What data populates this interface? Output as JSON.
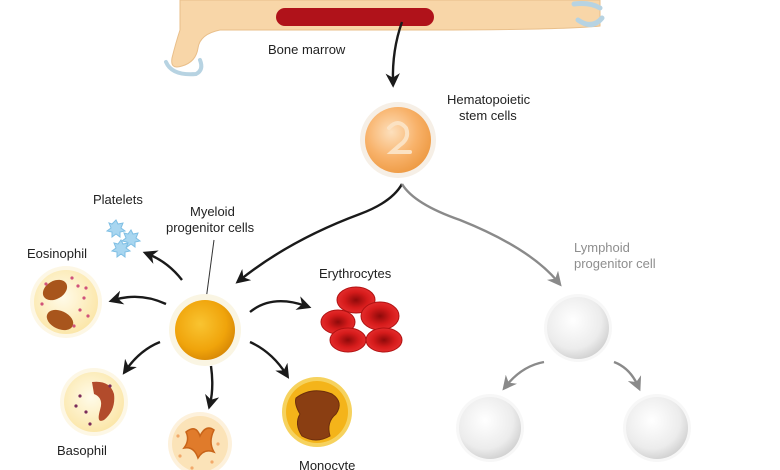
{
  "labels": {
    "bone_marrow": "Bone marrow",
    "hsc_line1": "Hematopoietic",
    "hsc_line2": "stem cells",
    "myeloid_line1": "Myeloid",
    "myeloid_line2": "progenitor cells",
    "lymphoid_line1": "Lymphoid",
    "lymphoid_line2": "progenitor cell",
    "platelets": "Platelets",
    "eosinophil": "Eosinophil",
    "erythrocytes": "Erythrocytes",
    "basophil": "Basophil",
    "monocyte": "Monocyte"
  },
  "colors": {
    "bone": "#f8d6a8",
    "marrow": "#b0121a",
    "stem_cell": "#f7b46a",
    "myeloid_cell": "#f1a608",
    "erythrocyte": "#d51b1b",
    "lymphoid_cell": "#e8e8e8",
    "arrow_dark": "#1a1a1a",
    "arrow_grey": "#8a8a8a"
  }
}
